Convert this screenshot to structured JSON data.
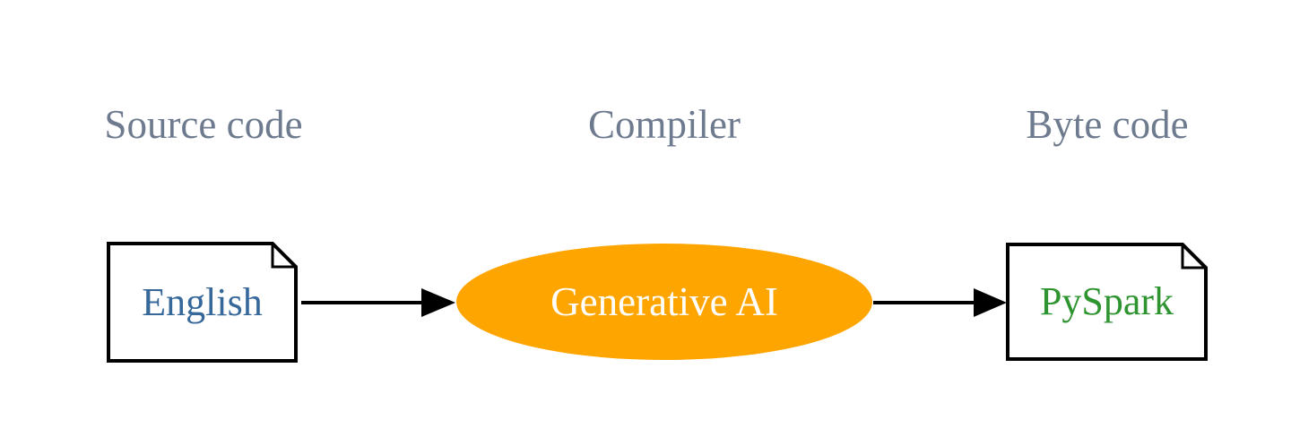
{
  "background": "#FFFFFF",
  "headings": {
    "color": "#6E7B8F",
    "items": [
      {
        "label": "Source code"
      },
      {
        "label": "Compiler"
      },
      {
        "label": "Byte code"
      }
    ]
  },
  "nodes": {
    "english": {
      "label": "English",
      "text_color": "#36689A",
      "fill_color": "#FFFFFF",
      "border_color": "#000000"
    },
    "generative_ai": {
      "label": "Generative AI",
      "text_color": "#FFFFFF",
      "fill_color": "#FFA500"
    },
    "pyspark": {
      "label": "PySpark",
      "text_color": "#2E9430",
      "fill_color": "#FFFFFF",
      "border_color": "#000000"
    }
  },
  "arrows": {
    "color": "#000000"
  }
}
